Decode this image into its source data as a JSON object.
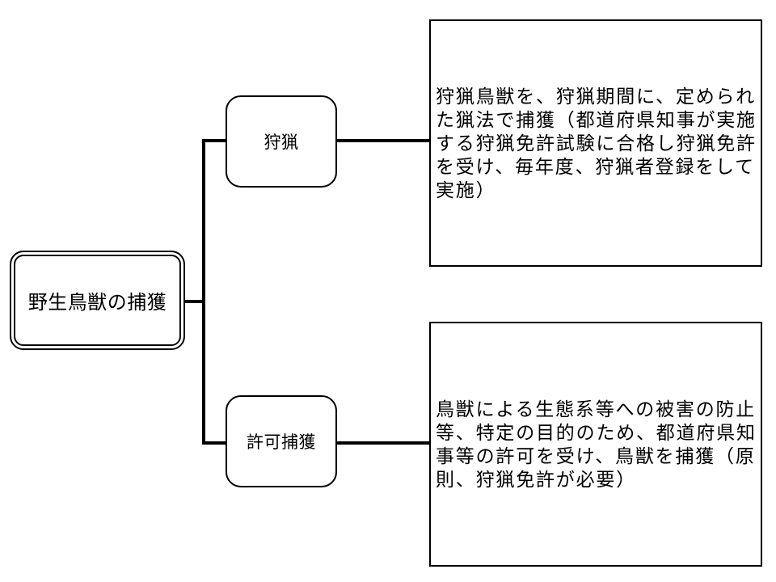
{
  "diagram": {
    "title": "wild-bird-and-animal-capture-classification",
    "root": {
      "label": "野生鳥獣の捕獲"
    },
    "branches": [
      {
        "label": "狩猟",
        "description_lines": [
          "狩猟鳥獣を、狩猟期間に、定められ",
          "た猟法で捕獲（都道府県知事が実施",
          "する狩猟免許試験に合格し狩猟免許",
          "を受け、毎年度、狩猟者登録をして",
          "実施）"
        ]
      },
      {
        "label": "許可捕獲",
        "description_lines": [
          "鳥獣による生態系等への被害の防止",
          "等、特定の目的のため、都道府県知",
          "事等の許可を受け、鳥獣を捕獲（原",
          "則、狩猟免許が必要）"
        ]
      }
    ],
    "colors": {
      "line": "#000000",
      "text": "#000000",
      "background": "#ffffff"
    }
  }
}
